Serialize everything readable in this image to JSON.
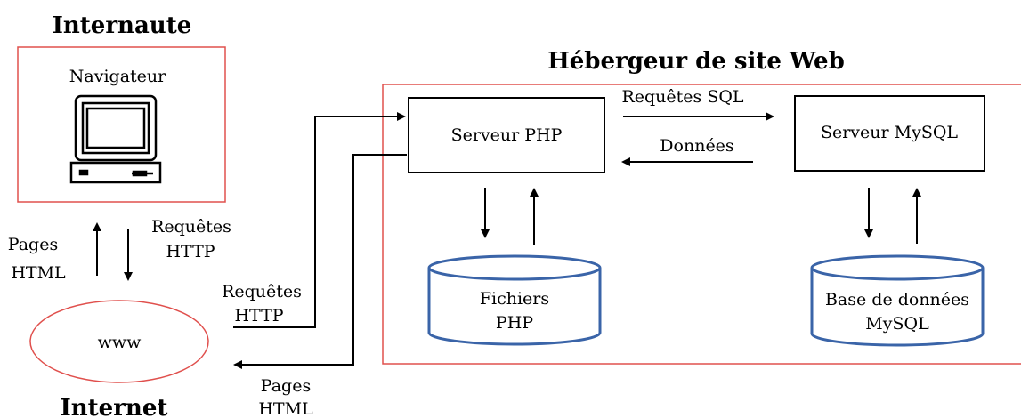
{
  "titles": {
    "internaute": "Internaute",
    "hebergeur": "Hébergeur de site Web",
    "internet": "Internet"
  },
  "nodes": {
    "navigateur": "Navigateur",
    "www": "www",
    "serveur_php": "Serveur PHP",
    "serveur_mysql": "Serveur  MySQL",
    "fichiers_php": [
      "Fichiers",
      "PHP"
    ],
    "base_de_donnees": [
      "Base de données",
      "MySQL"
    ]
  },
  "labels": {
    "pages_html_left": [
      "Pages",
      "HTML"
    ],
    "requetes_http_left": [
      "Requêtes",
      "HTTP"
    ],
    "requetes_http_mid": [
      "Requêtes",
      "HTTP"
    ],
    "pages_html_bottom": [
      "Pages",
      "HTML"
    ],
    "requetes_sql": "Requêtes SQL",
    "donnees": "Données"
  },
  "colors": {
    "red_border": "#e0504d",
    "blue_cylinder": "#3a64a8",
    "line": "#000000"
  }
}
